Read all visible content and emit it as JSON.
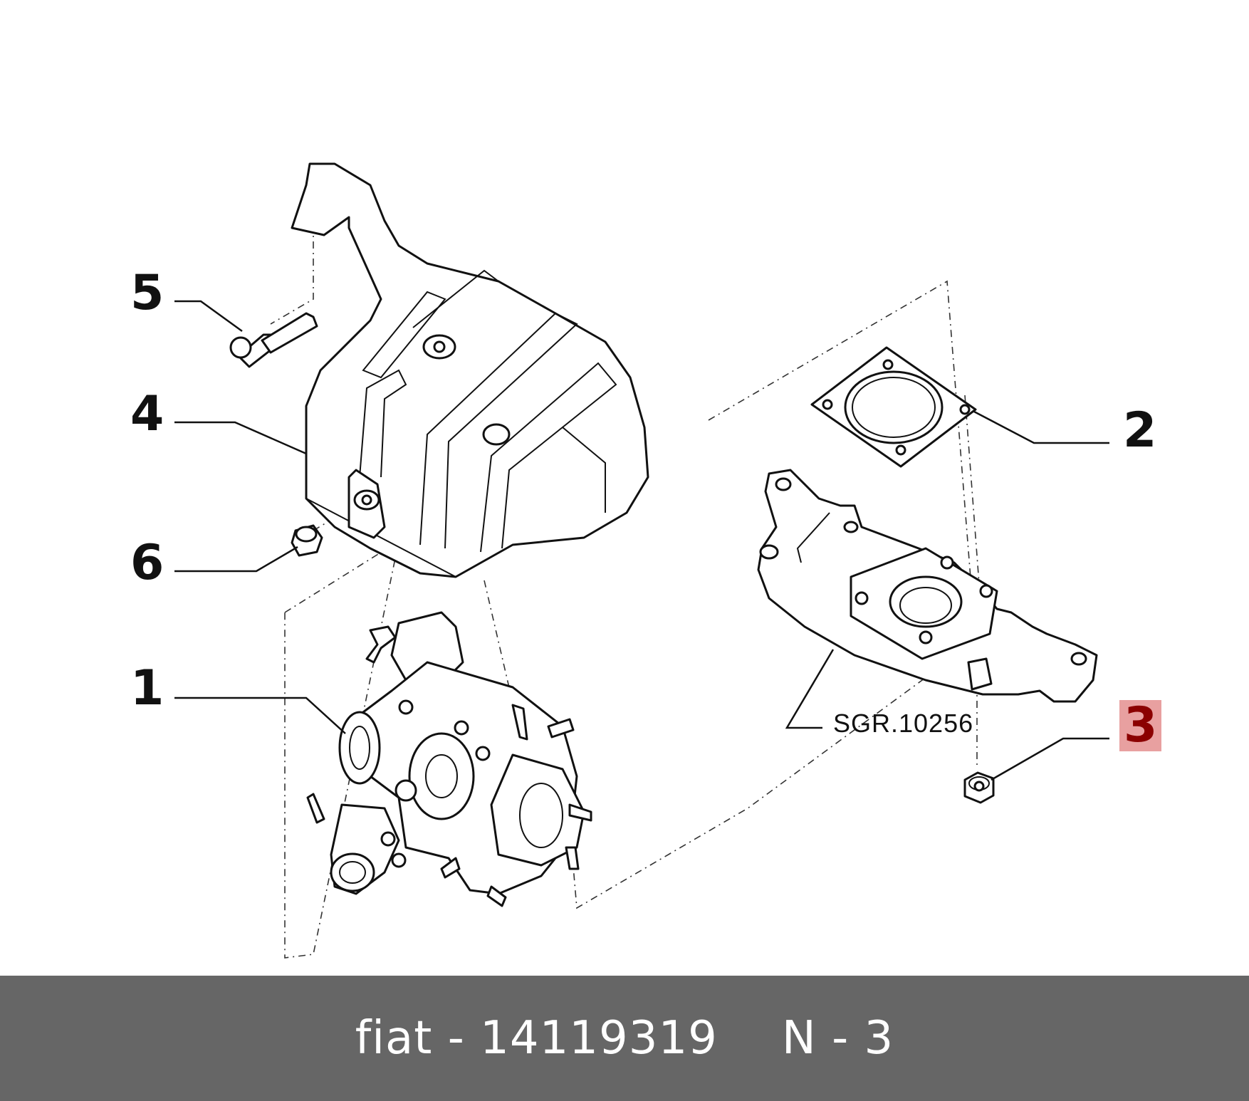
{
  "diagram": {
    "callouts": {
      "c1": "1",
      "c2": "2",
      "c3": "3",
      "c4": "4",
      "c5": "5",
      "c6": "6"
    },
    "reference_label": "SGR.10256",
    "highlight_color": "#e8a0a0",
    "highlight_text_color": "#8b0000"
  },
  "footer": {
    "part_text": "fiat - 14119319",
    "position_text": "N - 3",
    "background_color": "#666666"
  }
}
